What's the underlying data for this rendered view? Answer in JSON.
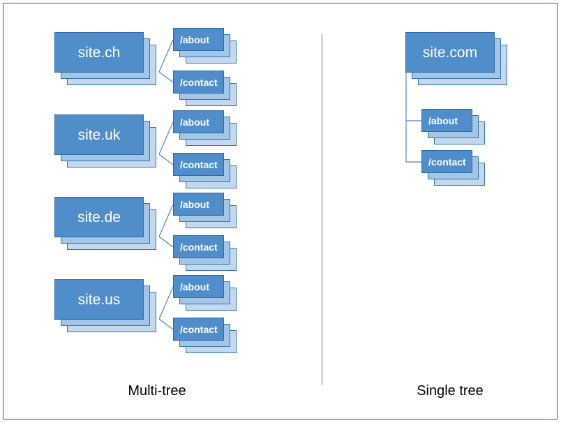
{
  "page": {
    "background_color": "#ffffff",
    "border_color": "#2e6291",
    "divider_color": "#76797c"
  },
  "palette": {
    "card_front": "#4f8ecb",
    "card_mid": "#a3c5e6",
    "card_back": "#c2d8ee",
    "card_border": "#3573af",
    "connector": "#4a87c4",
    "text_on_card": "#ffffff",
    "caption_text": "#000000"
  },
  "panels": [
    {
      "id": "multi-tree",
      "caption": "Multi-tree",
      "connector_style": "diagonal-fan",
      "groups": [
        {
          "parent": "site.ch",
          "children": [
            "/about",
            "/contact"
          ]
        },
        {
          "parent": "site.uk",
          "children": [
            "/about",
            "/contact"
          ]
        },
        {
          "parent": "site.de",
          "children": [
            "/about",
            "/contact"
          ]
        },
        {
          "parent": "site.us",
          "children": [
            "/about",
            "/contact"
          ]
        }
      ]
    },
    {
      "id": "single-tree",
      "caption": "Single tree",
      "connector_style": "orthogonal-elbow",
      "groups": [
        {
          "parent": "site.com",
          "children": [
            "/about",
            "/contact"
          ]
        }
      ]
    }
  ]
}
